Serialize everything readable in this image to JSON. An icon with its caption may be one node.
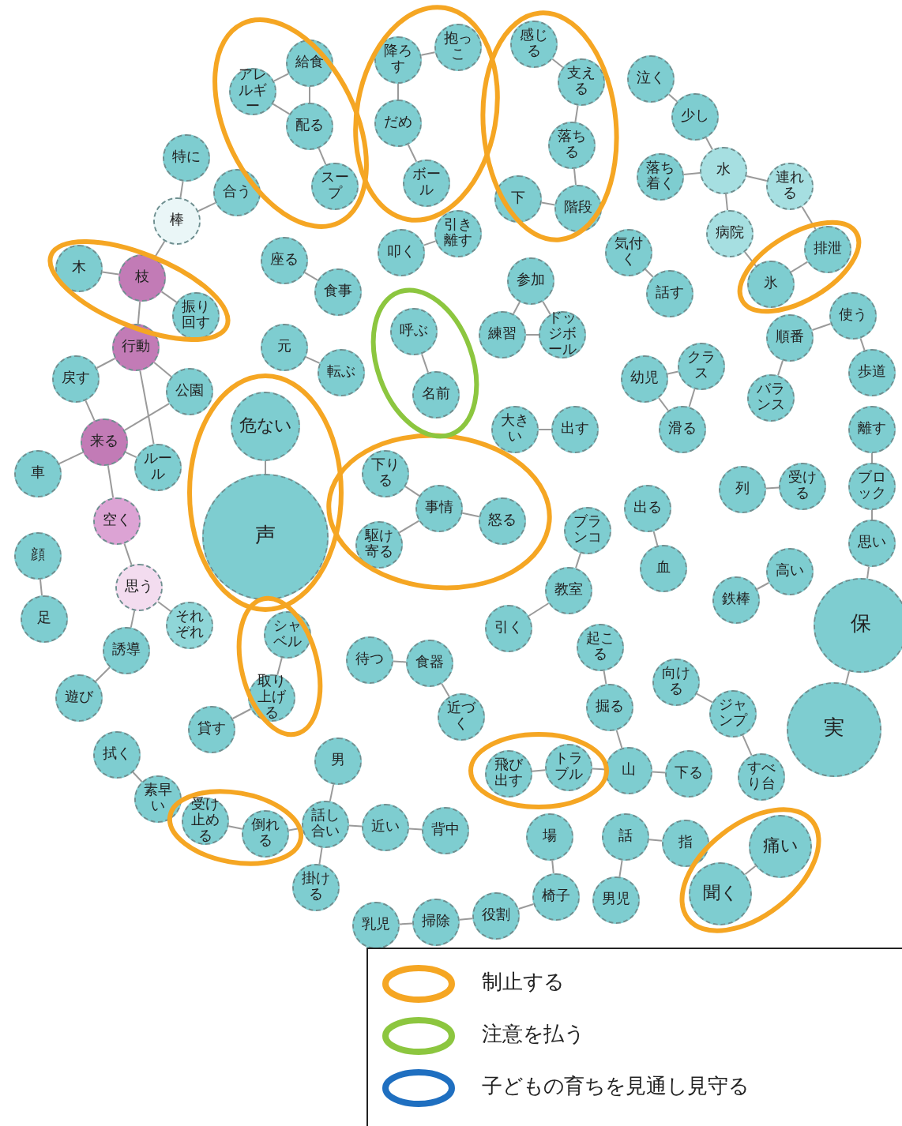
{
  "diagram": {
    "nodes": [
      {
        "text": [
          "給食"
        ]
      },
      {
        "text": [
          "アレルギー"
        ]
      },
      {
        "text": [
          "配る"
        ]
      },
      {
        "text": [
          "スープ"
        ]
      },
      {
        "text": [
          "降ろす"
        ]
      },
      {
        "text": [
          "抱っこ"
        ]
      },
      {
        "text": [
          "だめ"
        ]
      },
      {
        "text": [
          "ボール"
        ]
      },
      {
        "text": [
          "感じる"
        ]
      },
      {
        "text": [
          "支える"
        ]
      },
      {
        "text": [
          "落ちる"
        ]
      },
      {
        "text": [
          "下"
        ]
      },
      {
        "text": [
          "階段"
        ]
      },
      {
        "text": [
          "泣く"
        ]
      },
      {
        "text": [
          "少し"
        ]
      },
      {
        "text": [
          "落ち着く"
        ]
      },
      {
        "text": [
          "水"
        ]
      },
      {
        "text": [
          "連れる"
        ]
      },
      {
        "text": [
          "病院"
        ]
      },
      {
        "text": [
          "排泄"
        ]
      },
      {
        "text": [
          "氷"
        ]
      },
      {
        "text": [
          "特に"
        ]
      },
      {
        "text": [
          "合う"
        ]
      },
      {
        "text": [
          "棒"
        ]
      },
      {
        "text": [
          "木"
        ]
      },
      {
        "text": [
          "枝"
        ]
      },
      {
        "text": [
          "振り回す"
        ]
      },
      {
        "text": [
          "座る"
        ]
      },
      {
        "text": [
          "食事"
        ]
      },
      {
        "text": [
          "叩く"
        ]
      },
      {
        "text": [
          "引き離す"
        ]
      },
      {
        "text": [
          "参加"
        ]
      },
      {
        "text": [
          "練習"
        ]
      },
      {
        "text": [
          "ドッジボール"
        ]
      },
      {
        "text": [
          "気付く"
        ]
      },
      {
        "text": [
          "話す"
        ]
      },
      {
        "text": [
          "使う"
        ]
      },
      {
        "text": [
          "順番"
        ]
      },
      {
        "text": [
          "歩道"
        ]
      },
      {
        "text": [
          "バランス"
        ]
      },
      {
        "text": [
          "行動"
        ]
      },
      {
        "text": [
          "戻す"
        ]
      },
      {
        "text": [
          "公園"
        ]
      },
      {
        "text": [
          "来る"
        ]
      },
      {
        "text": [
          "ルール"
        ]
      },
      {
        "text": [
          "車"
        ]
      },
      {
        "text": [
          "元"
        ]
      },
      {
        "text": [
          "転ぶ"
        ]
      },
      {
        "text": [
          "呼ぶ"
        ]
      },
      {
        "text": [
          "名前"
        ]
      },
      {
        "text": [
          "幼児"
        ]
      },
      {
        "text": [
          "クラス"
        ]
      },
      {
        "text": [
          "滑る"
        ]
      },
      {
        "text": [
          "大きい"
        ]
      },
      {
        "text": [
          "出す"
        ]
      },
      {
        "text": [
          "離す"
        ]
      },
      {
        "text": [
          "危ない"
        ]
      },
      {
        "text": [
          "声"
        ]
      },
      {
        "text": [
          "空く"
        ]
      },
      {
        "text": [
          "下りる"
        ]
      },
      {
        "text": [
          "駆け寄る"
        ]
      },
      {
        "text": [
          "事情"
        ]
      },
      {
        "text": [
          "怒る"
        ]
      },
      {
        "text": [
          "列"
        ]
      },
      {
        "text": [
          "受ける"
        ]
      },
      {
        "text": [
          "ブロック"
        ]
      },
      {
        "text": [
          "出る"
        ]
      },
      {
        "text": [
          "血"
        ]
      },
      {
        "text": [
          "顔"
        ]
      },
      {
        "text": [
          "足"
        ]
      },
      {
        "text": [
          "思う"
        ]
      },
      {
        "text": [
          "ブランコ"
        ]
      },
      {
        "text": [
          "思い"
        ]
      },
      {
        "text": [
          "それぞれ"
        ]
      },
      {
        "text": [
          "教室"
        ]
      },
      {
        "text": [
          "鉄棒"
        ]
      },
      {
        "text": [
          "高い"
        ]
      },
      {
        "text": [
          "保"
        ]
      },
      {
        "text": [
          "誘導"
        ]
      },
      {
        "text": [
          "シャベル"
        ]
      },
      {
        "text": [
          "引く"
        ]
      },
      {
        "text": [
          "遊び"
        ]
      },
      {
        "text": [
          "実"
        ]
      },
      {
        "text": [
          "起こる"
        ]
      },
      {
        "text": [
          "待つ"
        ]
      },
      {
        "text": [
          "食器"
        ]
      },
      {
        "text": [
          "取り上げる"
        ]
      },
      {
        "text": [
          "向ける"
        ]
      },
      {
        "text": [
          "ジャンプ"
        ]
      },
      {
        "text": [
          "掘る"
        ]
      },
      {
        "text": [
          "近づく"
        ]
      },
      {
        "text": [
          "拭く"
        ]
      },
      {
        "text": [
          "貸す"
        ]
      },
      {
        "text": [
          "すべり台"
        ]
      },
      {
        "text": [
          "素早い"
        ]
      },
      {
        "text": [
          "男"
        ]
      },
      {
        "text": [
          "飛び出す"
        ]
      },
      {
        "text": [
          "トラブル"
        ]
      },
      {
        "text": [
          "山"
        ]
      },
      {
        "text": [
          "下る"
        ]
      },
      {
        "text": [
          "痛い"
        ]
      },
      {
        "text": [
          "近い"
        ]
      },
      {
        "text": [
          "背中"
        ]
      },
      {
        "text": [
          "話し合い"
        ]
      },
      {
        "text": [
          "受け止める"
        ]
      },
      {
        "text": [
          "倒れる"
        ]
      },
      {
        "text": [
          "聞く"
        ]
      },
      {
        "text": [
          "場"
        ]
      },
      {
        "text": [
          "話"
        ]
      },
      {
        "text": [
          "指"
        ]
      },
      {
        "text": [
          "掛ける"
        ]
      },
      {
        "text": [
          "乳児"
        ]
      },
      {
        "text": [
          "掃除"
        ]
      },
      {
        "text": [
          "役割"
        ]
      },
      {
        "text": [
          "椅子"
        ]
      },
      {
        "text": [
          "男児"
        ]
      }
    ],
    "edges": [
      {
        "from": 1,
        "to": 0,
        "arrow": "none"
      },
      {
        "from": 0,
        "to": 2,
        "arrow": "none"
      },
      {
        "from": 1,
        "to": 2,
        "arrow": "none"
      },
      {
        "from": 2,
        "to": 3,
        "arrow": "none"
      },
      {
        "from": 4,
        "to": 5,
        "arrow": "none"
      },
      {
        "from": 4,
        "to": 6,
        "arrow": "none"
      },
      {
        "from": 6,
        "to": 7,
        "arrow": "none"
      },
      {
        "from": 8,
        "to": 9,
        "arrow": "none"
      },
      {
        "from": 9,
        "to": 10,
        "arrow": "none"
      },
      {
        "from": 10,
        "to": 12,
        "arrow": "none"
      },
      {
        "from": 11,
        "to": 12,
        "arrow": "none"
      },
      {
        "from": 13,
        "to": 14,
        "arrow": "none"
      },
      {
        "from": 14,
        "to": 16,
        "arrow": "none"
      },
      {
        "from": 15,
        "to": 16,
        "arrow": "none"
      },
      {
        "from": 16,
        "to": 17,
        "arrow": "none"
      },
      {
        "from": 16,
        "to": 18,
        "arrow": "none"
      },
      {
        "from": 18,
        "to": 20,
        "arrow": "none"
      },
      {
        "from": 20,
        "to": 19,
        "arrow": "none"
      },
      {
        "from": 17,
        "to": 19,
        "arrow": "none"
      },
      {
        "from": 21,
        "to": 23,
        "arrow": "none"
      },
      {
        "from": 22,
        "to": 23,
        "arrow": "none"
      },
      {
        "from": 23,
        "to": 25,
        "arrow": "none"
      },
      {
        "from": 24,
        "to": 25,
        "arrow": "none"
      },
      {
        "from": 25,
        "to": 26,
        "arrow": "none"
      },
      {
        "from": 25,
        "to": 40,
        "arrow": "none"
      },
      {
        "from": 27,
        "to": 28,
        "arrow": "none"
      },
      {
        "from": 29,
        "to": 30,
        "arrow": "none"
      },
      {
        "from": 31,
        "to": 32,
        "arrow": "none"
      },
      {
        "from": 31,
        "to": 33,
        "arrow": "none"
      },
      {
        "from": 32,
        "to": 33,
        "arrow": "none"
      },
      {
        "from": 34,
        "to": 35,
        "arrow": "none"
      },
      {
        "from": 36,
        "to": 37,
        "arrow": "none"
      },
      {
        "from": 36,
        "to": 38,
        "arrow": "none"
      },
      {
        "from": 37,
        "to": 39,
        "arrow": "none"
      },
      {
        "from": 40,
        "to": 41,
        "arrow": "none"
      },
      {
        "from": 40,
        "to": 42,
        "arrow": "none"
      },
      {
        "from": 40,
        "to": 44,
        "arrow": "none"
      },
      {
        "from": 41,
        "to": 43,
        "arrow": "none"
      },
      {
        "from": 42,
        "to": 43,
        "arrow": "none"
      },
      {
        "from": 43,
        "to": 44,
        "arrow": "none"
      },
      {
        "from": 43,
        "to": 45,
        "arrow": "none"
      },
      {
        "from": 43,
        "to": 58,
        "arrow": "none"
      },
      {
        "from": 46,
        "to": 47,
        "arrow": "none"
      },
      {
        "from": 48,
        "to": 49,
        "arrow": "none"
      },
      {
        "from": 50,
        "to": 51,
        "arrow": "none"
      },
      {
        "from": 50,
        "to": 52,
        "arrow": "none"
      },
      {
        "from": 51,
        "to": 52,
        "arrow": "none"
      },
      {
        "from": 53,
        "to": 54,
        "arrow": "none"
      },
      {
        "from": 55,
        "to": 65,
        "arrow": "none"
      },
      {
        "from": 65,
        "to": 72,
        "arrow": "none"
      },
      {
        "from": 72,
        "to": 77,
        "arrow": "none"
      },
      {
        "from": 77,
        "to": 82,
        "arrow": "none"
      },
      {
        "from": 56,
        "to": 57,
        "arrow": "none"
      },
      {
        "from": 59,
        "to": 61,
        "arrow": "none"
      },
      {
        "from": 60,
        "to": 61,
        "arrow": "none"
      },
      {
        "from": 61,
        "to": 62,
        "arrow": "none"
      },
      {
        "from": 63,
        "to": 64,
        "arrow": "none"
      },
      {
        "from": 66,
        "to": 67,
        "arrow": "none"
      },
      {
        "from": 68,
        "to": 69,
        "arrow": "none"
      },
      {
        "from": 58,
        "to": 70,
        "arrow": "none"
      },
      {
        "from": 70,
        "to": 73,
        "arrow": "none"
      },
      {
        "from": 70,
        "to": 78,
        "arrow": "none"
      },
      {
        "from": 78,
        "to": 81,
        "arrow": "none"
      },
      {
        "from": 71,
        "to": 74,
        "arrow": "none"
      },
      {
        "from": 74,
        "to": 80,
        "arrow": "none"
      },
      {
        "from": 75,
        "to": 76,
        "arrow": "none"
      },
      {
        "from": 79,
        "to": 86,
        "arrow": "none"
      },
      {
        "from": 86,
        "to": 92,
        "arrow": "none"
      },
      {
        "from": 83,
        "to": 89,
        "arrow": "none"
      },
      {
        "from": 89,
        "to": 98,
        "arrow": "none"
      },
      {
        "from": 97,
        "to": 98,
        "arrow": "none"
      },
      {
        "from": 96,
        "to": 97,
        "arrow": "none"
      },
      {
        "from": 98,
        "to": 99,
        "arrow": "none"
      },
      {
        "from": 84,
        "to": 85,
        "arrow": "none"
      },
      {
        "from": 85,
        "to": 90,
        "arrow": "none"
      },
      {
        "from": 87,
        "to": 88,
        "arrow": "none"
      },
      {
        "from": 88,
        "to": 93,
        "arrow": "none"
      },
      {
        "from": 91,
        "to": 94,
        "arrow": "none"
      },
      {
        "from": 95,
        "to": 103,
        "arrow": "none"
      },
      {
        "from": 103,
        "to": 101,
        "arrow": "none"
      },
      {
        "from": 101,
        "to": 102,
        "arrow": "none"
      },
      {
        "from": 105,
        "to": 103,
        "arrow": "none"
      },
      {
        "from": 104,
        "to": 105,
        "arrow": "none"
      },
      {
        "from": 103,
        "to": 110,
        "arrow": "none"
      },
      {
        "from": 100,
        "to": 106,
        "arrow": "none"
      },
      {
        "from": 107,
        "to": 114,
        "arrow": "none"
      },
      {
        "from": 113,
        "to": 114,
        "arrow": "none"
      },
      {
        "from": 111,
        "to": 112,
        "arrow": "none"
      },
      {
        "from": 112,
        "to": 113,
        "arrow": "none"
      },
      {
        "from": 108,
        "to": 109,
        "arrow": "none"
      },
      {
        "from": 108,
        "to": 115,
        "arrow": "none"
      }
    ],
    "legend": [
      {
        "text": "制止する"
      },
      {
        "text": "注意を払う"
      },
      {
        "text": "子どもの育ちを見通し見守る"
      }
    ]
  }
}
